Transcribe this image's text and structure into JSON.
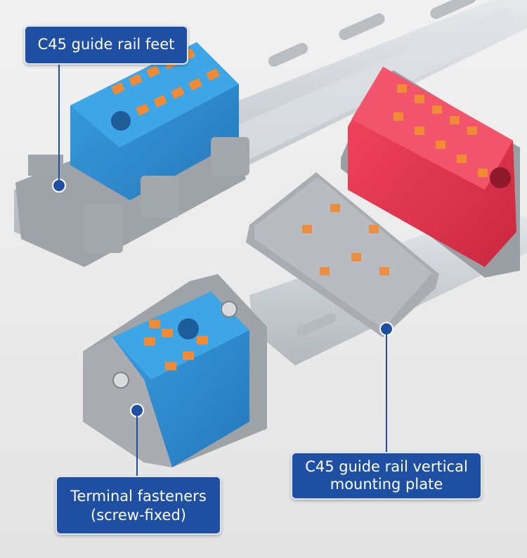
{
  "callouts": {
    "rail_feet": {
      "text": "C45 guide rail feet"
    },
    "mounting_plate": {
      "line1": "C45 guide rail vertical",
      "line2": "mounting plate"
    },
    "fasteners": {
      "line1": "Terminal fasteners",
      "line2": "(screw-fixed)"
    }
  },
  "colors": {
    "callout_bg": "#1e4fa3",
    "blue_block": "#2f8fd0",
    "red_block": "#e8344e",
    "orange_terminal": "#f08a35",
    "grey_plastic": "#a6aaaf",
    "rail_silver": "#d3d7db"
  }
}
